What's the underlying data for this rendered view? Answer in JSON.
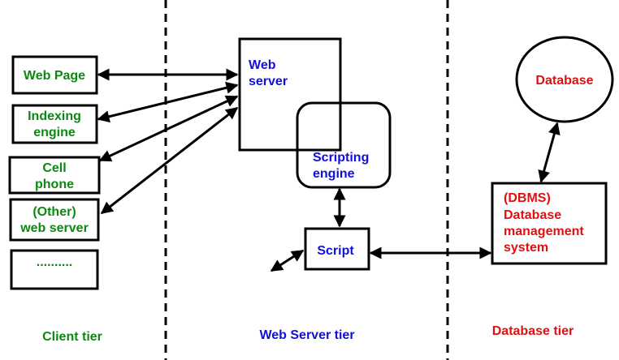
{
  "colors": {
    "client": "#0a8a10",
    "server": "#1010d8",
    "database": "#e01010",
    "stroke": "#000000"
  },
  "client_tier": {
    "label": "Client tier",
    "boxes": [
      {
        "lines": [
          "Web Page"
        ]
      },
      {
        "lines": [
          "Indexing",
          "engine"
        ]
      },
      {
        "lines": [
          "Cell",
          "phone"
        ]
      },
      {
        "lines": [
          "(Other)",
          "web server"
        ]
      },
      {
        "lines": [
          ".........."
        ]
      }
    ]
  },
  "web_server_tier": {
    "label": "Web Server tier",
    "web_server": {
      "lines": [
        "Web",
        "server"
      ]
    },
    "scripting_engine": {
      "lines": [
        "Scripting",
        "engine"
      ]
    },
    "script": {
      "lines": [
        "Script"
      ]
    }
  },
  "database_tier": {
    "label": "Database tier",
    "database": {
      "lines": [
        "Database"
      ]
    },
    "dbms": {
      "lines": [
        "(DBMS)",
        "Database",
        "management",
        "system"
      ]
    }
  },
  "connections": [
    {
      "from": "web-page",
      "to": "web-server",
      "type": "bidirectional"
    },
    {
      "from": "indexing-engine",
      "to": "web-server",
      "type": "bidirectional"
    },
    {
      "from": "cell-phone",
      "to": "web-server",
      "type": "bidirectional"
    },
    {
      "from": "other-web-server",
      "to": "web-server",
      "type": "bidirectional"
    },
    {
      "from": "scripting-engine",
      "to": "script",
      "type": "bidirectional"
    },
    {
      "from": "script",
      "to": "dbms",
      "type": "bidirectional"
    },
    {
      "from": "script",
      "to": "unlabeled",
      "type": "bidirectional"
    },
    {
      "from": "dbms",
      "to": "database",
      "type": "bidirectional"
    }
  ]
}
